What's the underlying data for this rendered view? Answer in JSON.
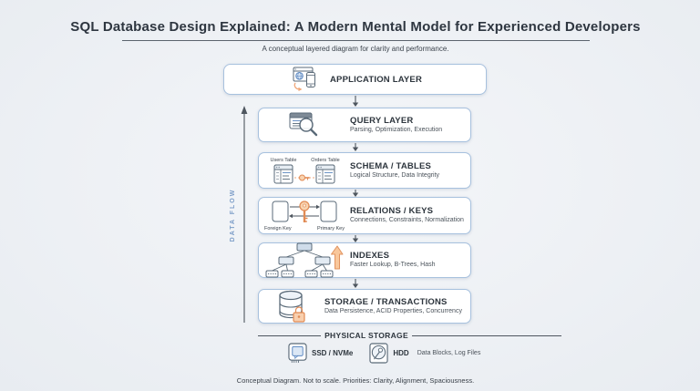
{
  "header": {
    "title": "SQL Database Design Explained: A Modern Mental Model for Experienced Developers",
    "subtitle": "A conceptual layered diagram for clarity and performance."
  },
  "data_flow": {
    "label": "DATA FLOW"
  },
  "layers": {
    "application": {
      "title": "APPLICATION LAYER"
    },
    "query": {
      "title": "QUERY LAYER",
      "subtitle": "Parsing, Optimization, Execution"
    },
    "schema": {
      "title": "SCHEMA / TABLES",
      "subtitle": "Logical Structure, Data Integrity",
      "table_left": "Users Table",
      "table_right": "Orders Table"
    },
    "relations": {
      "title": "RELATIONS / KEYS",
      "subtitle": "Connections, Constraints, Normalization",
      "key_left": "Foreign Key",
      "key_right": "Primary Key"
    },
    "indexes": {
      "title": "INDEXES",
      "subtitle": "Faster Lookup, B-Trees, Hash"
    },
    "storage": {
      "title": "STORAGE / TRANSACTIONS",
      "subtitle": "Data Persistence, ACID Properties, Concurrency"
    }
  },
  "physical_storage": {
    "heading": "PHYSICAL STORAGE",
    "ssd_label": "SSD / NVMe",
    "hdd_label": "HDD",
    "hdd_note": "Data Blocks, Log Files"
  },
  "footer": {
    "note": "Conceptual Diagram. Not to scale. Priorities: Clarity, Alignment, Spaciousness."
  },
  "colors": {
    "background": "#edf0f4",
    "box_border": "#a7c1de",
    "ink": "#2d353d",
    "muted": "#4a525a",
    "accent_blue": "#5b87c0",
    "accent_orange": "#f0a678",
    "arrow": "#4e565f",
    "data_flow_label": "#7d9ec8"
  }
}
